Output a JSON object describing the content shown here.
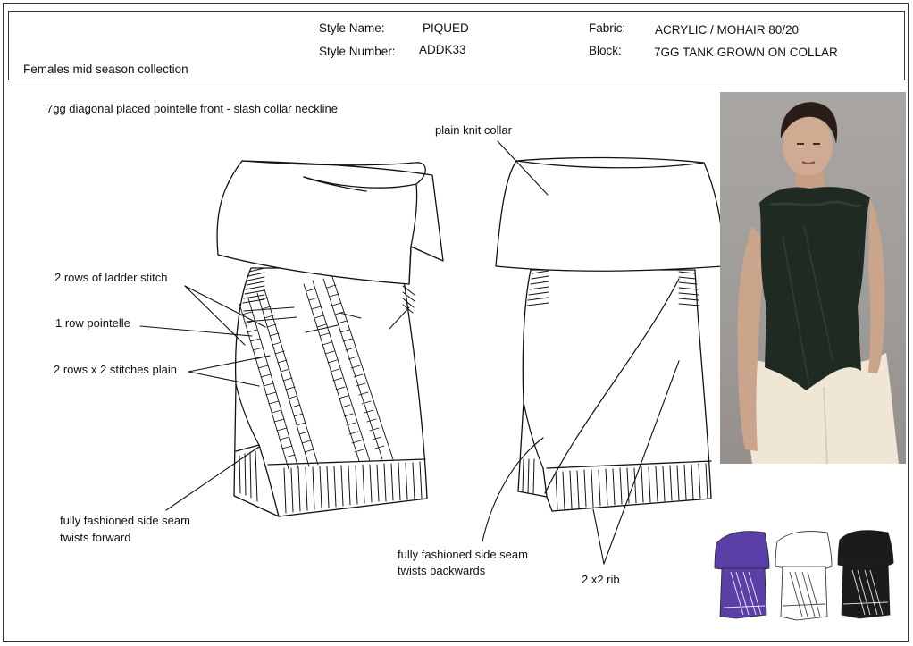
{
  "header": {
    "style_name_label": "Style Name:",
    "style_name_value": "PIQUED",
    "style_number_label": "Style Number:",
    "style_number_value": "ADDK33",
    "fabric_label": "Fabric:",
    "fabric_value": "ACRYLIC /  MOHAIR 80/20",
    "block_label": "Block:",
    "block_value": "7GG TANK GROWN ON COLLAR",
    "collection": "Females  mid season collection"
  },
  "description": "7gg diagonal placed pointelle front - slash collar neckline",
  "callouts": {
    "plain_knit_collar": "plain knit collar",
    "ladder_stitch": "2 rows of ladder stitch",
    "pointelle_row": "1 row pointelle",
    "rows_plain": "2 rows x 2 stitches plain",
    "side_seam_forward_1": "fully fashioned side seam",
    "side_seam_forward_2": "twists forward",
    "side_seam_backward_1": "fully fashioned side seam",
    "side_seam_backward_2": "twists backwards",
    "rib": "2 x2 rib"
  },
  "colorways": [
    {
      "name": "purple",
      "color": "#5a3fa6"
    },
    {
      "name": "white",
      "color": "#ffffff"
    },
    {
      "name": "black",
      "color": "#1c1a1b"
    }
  ],
  "photo": {
    "top_color": "#1f2a23",
    "pants_color": "#efe6d6",
    "background": "#a3a09d"
  }
}
